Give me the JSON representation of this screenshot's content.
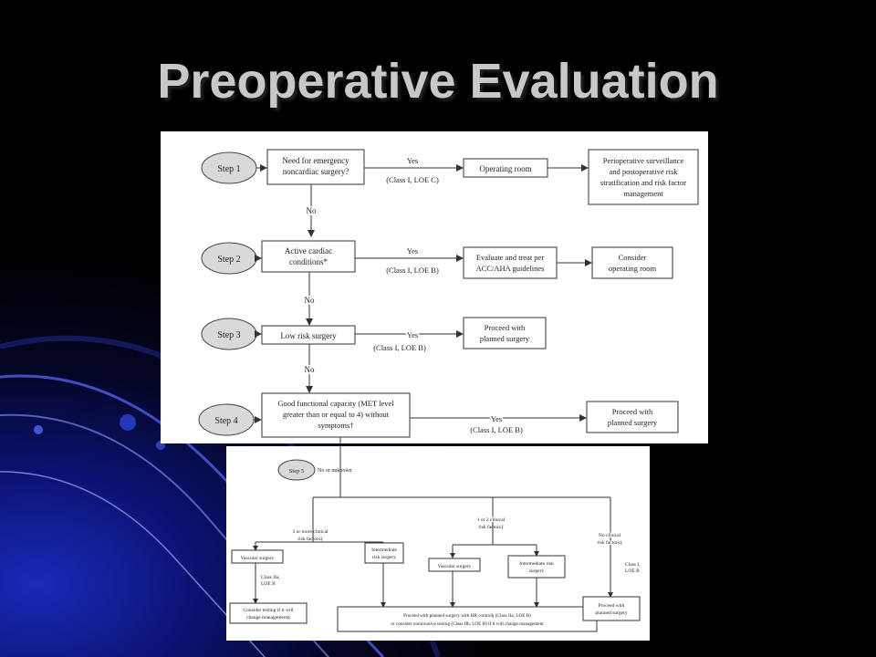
{
  "slide": {
    "title": "Preoperative Evaluation"
  },
  "flowchart_top": {
    "step1": {
      "label": "Step 1",
      "question_line1": "Need for emergency",
      "question_line2": "noncardiac surgery?",
      "yes": "Yes",
      "yes_class": "(Class I, LOE C)",
      "result": "Operating room",
      "outcome_line1": "Perioperative surveillance",
      "outcome_line2": "and postoperative risk",
      "outcome_line3": "stratification and risk factor",
      "outcome_line4": "management",
      "no": "No"
    },
    "step2": {
      "label": "Step 2",
      "question_line1": "Active cardiac",
      "question_line2": "conditions*",
      "yes": "Yes",
      "yes_class": "(Class I, LOE B)",
      "result_line1": "Evaluate and treat per",
      "result_line2": "ACC/AHA guidelines",
      "outcome_line1": "Consider",
      "outcome_line2": "operating room",
      "no": "No"
    },
    "step3": {
      "label": "Step 3",
      "question": "Low risk surgery",
      "yes": "Yes",
      "yes_class": "(Class I, LOE B)",
      "result_line1": "Proceed with",
      "result_line2": "planned surgery",
      "no": "No"
    },
    "step4": {
      "label": "Step 4",
      "question_line1": "Good functional capacity (MET level",
      "question_line2": "greater than or equal to 4) without",
      "question_line3": "symptoms†",
      "yes": "Yes",
      "yes_class": "(Class I, LOE B)",
      "result_line1": "Proceed with",
      "result_line2": "planned surgery"
    }
  },
  "flowchart_bottom": {
    "step5": {
      "label": "Step 5",
      "condition": "No or unknown"
    },
    "branch1_line1": "3 or more clinical",
    "branch1_line2": "risk factors‡",
    "branch2_line1": "1 or 2 clinical",
    "branch2_line2": "risk factors‡",
    "branch3_line1": "No clinical",
    "branch3_line2": "risk factors‡",
    "vascular1": "Vascular surgery",
    "intermediate1_line1": "Intermediate",
    "intermediate1_line2": "risk surgery",
    "vascular2": "Vascular surgery",
    "intermediate2_line1": "Intermediate risk",
    "intermediate2_line2": "surgery",
    "class_2a_line1": "Class IIa,",
    "class_2a_line2": "LOE B",
    "class_1_line1": "Class I,",
    "class_1_line2": "LOE B",
    "consider_line1": "Consider testing if it will",
    "consider_line2": "change management§",
    "proceed_beta_line1": "Proceed with planned surgery with HR control§ (Class IIa, LOE B)",
    "proceed_beta_line2": "or consider noninvasive testing (Class IIb, LOE B) if it will change management",
    "proceed_line1": "Proceed with",
    "proceed_line2": "planned surgery"
  }
}
